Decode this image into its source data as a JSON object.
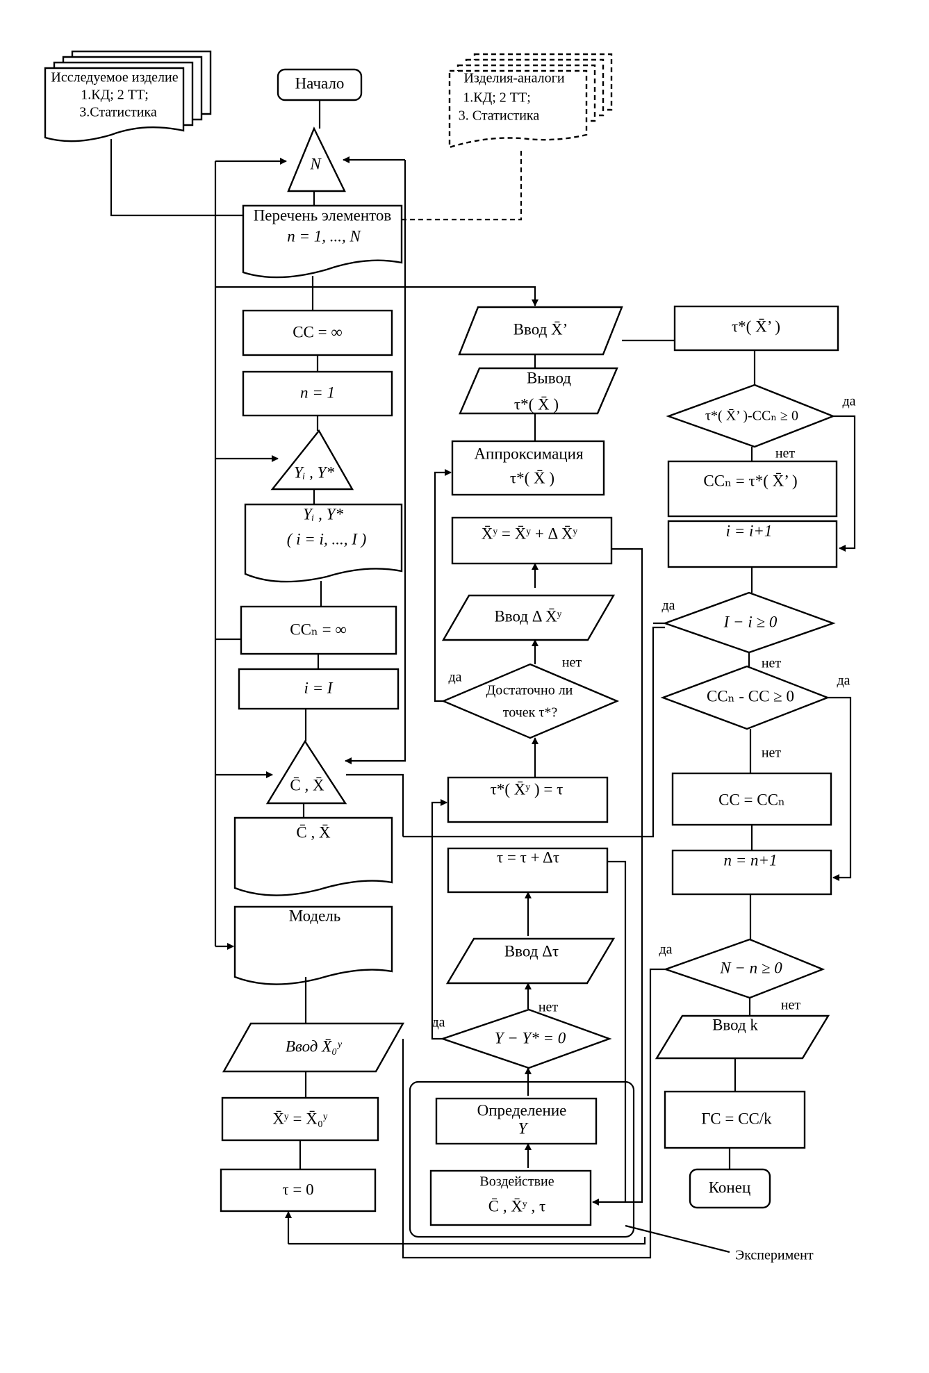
{
  "sources": {
    "studied": [
      "Исследуемое изделие",
      "1.КД; 2 ТТ;",
      "3.Статистика"
    ],
    "analogs": [
      "Изделия-аналоги",
      "1.КД; 2 ТТ;",
      "3. Статистика"
    ]
  },
  "left_column": {
    "start": "Начало",
    "loop_n": "N",
    "elements_list": [
      "Перечень элементов",
      "n = 1, ..., N"
    ],
    "cc_init": "CC = ∞",
    "n_init": "n = 1",
    "loop_y": "Yᵢ , Y*",
    "y_doc": [
      "Yᵢ , Y*",
      "( i = i, ..., I )"
    ],
    "ccn_init": "CCₙ = ∞",
    "i_init": "i = I",
    "loop_cx": "C̄ , X̄",
    "cx_doc": "C̄ , X̄",
    "model": "Модель",
    "input_x0": "Ввод X̄₀ʸ",
    "x_assign": "X̄ʸ = X̄₀ʸ",
    "tau_init": "τ = 0"
  },
  "middle_column": {
    "input_x": "Ввод X̄’",
    "output_tau": [
      "Вывод",
      "τ*( X̄ )"
    ],
    "approximation": [
      "Аппроксимация",
      "τ*( X̄ )"
    ],
    "x_update": "X̄ʸ = X̄ʸ + Δ X̄ʸ",
    "input_dx": "Ввод Δ X̄ʸ",
    "enough_points": [
      "Достаточно ли",
      "точек τ*?"
    ],
    "tau_assign": "τ*( X̄ʸ ) = τ",
    "tau_step": "τ = τ + Δτ",
    "input_dtau": "Ввод Δτ",
    "y_check": "Y − Y* = 0",
    "determine_y": [
      "Определение",
      "Y"
    ],
    "impact": [
      "Воздействие",
      "C̄ , X̄ʸ , τ"
    ]
  },
  "right_column": {
    "tau_box": "τ*( X̄’ )",
    "cmp1": "τ*( X̄’ )-CCₙ ≥ 0",
    "ccn_assign": "CCₙ = τ*( X̄’ )",
    "i_step": "i = i+1",
    "cmp_i": "I − i ≥ 0",
    "cmp_cc": "CCₙ - CC ≥ 0",
    "cc_assign": "CC = CCₙ",
    "n_step": "n = n+1",
    "cmp_n": "N − n ≥ 0",
    "input_k": "Ввод k",
    "gs": "ГС = CC/k",
    "end": "Конец"
  },
  "labels": {
    "yes": "да",
    "no": "нет",
    "experiment": "Эксперимент"
  }
}
